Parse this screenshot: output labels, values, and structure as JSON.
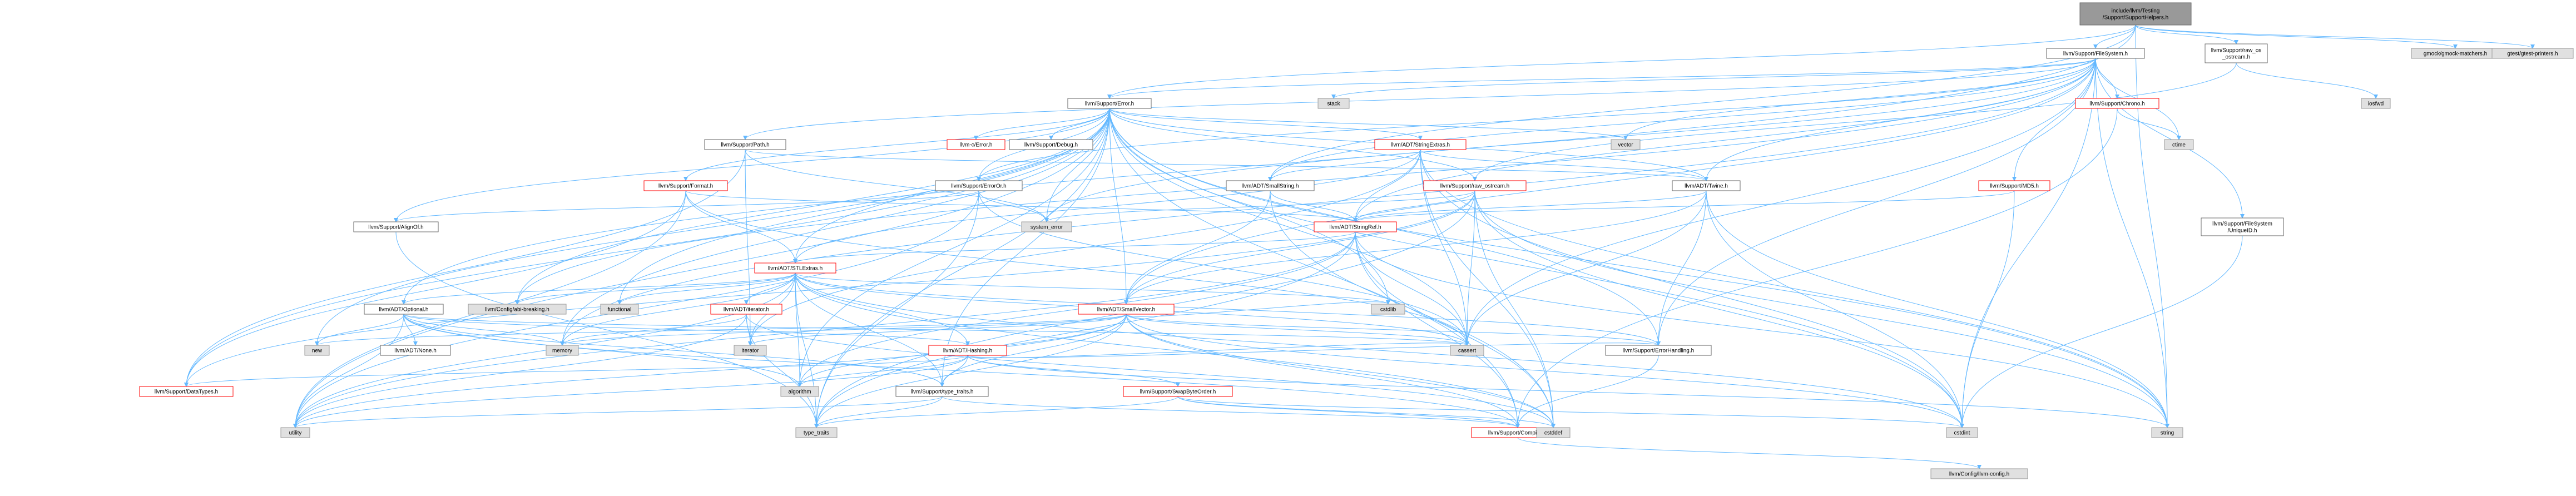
{
  "colors": {
    "node_fill": "#ffffff",
    "node_border": "#666666",
    "root_fill": "#999999",
    "system_fill": "#e0e0e0",
    "system_border": "#999999",
    "incomplete_border": "#ff0000",
    "text": "#000000",
    "edge": "#63b8ff"
  },
  "nodes": [
    {
      "id": "root",
      "lines": [
        "include/llvm/Testing",
        "/Support/SupportHelpers.h"
      ],
      "style": "root"
    },
    {
      "id": "filesystem",
      "lines": [
        "llvm/Support/FileSystem.h"
      ],
      "style": "normal"
    },
    {
      "id": "raw_os_ostream",
      "lines": [
        "llvm/Support/raw_os",
        "_ostream.h"
      ],
      "style": "normal"
    },
    {
      "id": "gmock",
      "lines": [
        "gmock/gmock-matchers.h"
      ],
      "style": "system"
    },
    {
      "id": "gtest_printers",
      "lines": [
        "gtest/gtest-printers.h"
      ],
      "style": "system"
    },
    {
      "id": "error",
      "lines": [
        "llvm/Support/Error.h"
      ],
      "style": "normal"
    },
    {
      "id": "stack",
      "lines": [
        "stack"
      ],
      "style": "system"
    },
    {
      "id": "ctime",
      "lines": [
        "ctime"
      ],
      "style": "system"
    },
    {
      "id": "iosfwd",
      "lines": [
        "iosfwd"
      ],
      "style": "system"
    },
    {
      "id": "chrono",
      "lines": [
        "llvm/Support/Chrono.h"
      ],
      "style": "incomplete"
    },
    {
      "id": "vector",
      "lines": [
        "vector"
      ],
      "style": "system"
    },
    {
      "id": "c_error",
      "lines": [
        "llvm-c/Error.h"
      ],
      "style": "incomplete"
    },
    {
      "id": "debug",
      "lines": [
        "llvm/Support/Debug.h"
      ],
      "style": "normal"
    },
    {
      "id": "path",
      "lines": [
        "llvm/Support/Path.h"
      ],
      "style": "normal"
    },
    {
      "id": "stringextras",
      "lines": [
        "llvm/ADT/StringExtras.h"
      ],
      "style": "incomplete"
    },
    {
      "id": "format",
      "lines": [
        "llvm/Support/Format.h"
      ],
      "style": "incomplete"
    },
    {
      "id": "erroror",
      "lines": [
        "llvm/Support/ErrorOr.h"
      ],
      "style": "normal"
    },
    {
      "id": "smallstring",
      "lines": [
        "llvm/ADT/SmallString.h"
      ],
      "style": "normal"
    },
    {
      "id": "raw_ostream",
      "lines": [
        "llvm/Support/raw_ostream.h"
      ],
      "style": "incomplete"
    },
    {
      "id": "twine",
      "lines": [
        "llvm/ADT/Twine.h"
      ],
      "style": "normal"
    },
    {
      "id": "md5",
      "lines": [
        "llvm/Support/MD5.h"
      ],
      "style": "incomplete"
    },
    {
      "id": "alignof",
      "lines": [
        "llvm/Support/AlignOf.h"
      ],
      "style": "normal"
    },
    {
      "id": "system_error",
      "lines": [
        "system_error"
      ],
      "style": "system"
    },
    {
      "id": "stringref",
      "lines": [
        "llvm/ADT/StringRef.h"
      ],
      "style": "incomplete"
    },
    {
      "id": "stlextras",
      "lines": [
        "llvm/ADT/STLExtras.h"
      ],
      "style": "incomplete"
    },
    {
      "id": "uniqueid",
      "lines": [
        "llvm/Support/FileSystem",
        "/UniqueID.h"
      ],
      "style": "normal"
    },
    {
      "id": "optional",
      "lines": [
        "llvm/ADT/Optional.h"
      ],
      "style": "normal"
    },
    {
      "id": "config_abi",
      "lines": [
        "llvm/Config/abi-breaking.h"
      ],
      "style": "system"
    },
    {
      "id": "functional",
      "lines": [
        "functional"
      ],
      "style": "system"
    },
    {
      "id": "adt_iterator",
      "lines": [
        "llvm/ADT/iterator.h"
      ],
      "style": "incomplete"
    },
    {
      "id": "smallvector",
      "lines": [
        "llvm/ADT/SmallVector.h"
      ],
      "style": "incomplete"
    },
    {
      "id": "cstdlib",
      "lines": [
        "cstdlib"
      ],
      "style": "system"
    },
    {
      "id": "new",
      "lines": [
        "new"
      ],
      "style": "system"
    },
    {
      "id": "memory",
      "lines": [
        "memory"
      ],
      "style": "system"
    },
    {
      "id": "none",
      "lines": [
        "llvm/ADT/None.h"
      ],
      "style": "normal"
    },
    {
      "id": "iterator",
      "lines": [
        "iterator"
      ],
      "style": "system"
    },
    {
      "id": "hashing",
      "lines": [
        "llvm/ADT/Hashing.h"
      ],
      "style": "incomplete"
    },
    {
      "id": "cassert",
      "lines": [
        "cassert"
      ],
      "style": "system"
    },
    {
      "id": "errorhandling",
      "lines": [
        "llvm/Support/ErrorHandling.h"
      ],
      "style": "normal"
    },
    {
      "id": "datatypes",
      "lines": [
        "llvm/Support/DataTypes.h"
      ],
      "style": "incomplete"
    },
    {
      "id": "algorithm",
      "lines": [
        "algorithm"
      ],
      "style": "system"
    },
    {
      "id": "type_traits_h",
      "lines": [
        "llvm/Support/type_traits.h"
      ],
      "style": "normal"
    },
    {
      "id": "swapbyteorder",
      "lines": [
        "llvm/Support/SwapByteOrder.h"
      ],
      "style": "incomplete"
    },
    {
      "id": "cstdint",
      "lines": [
        "cstdint"
      ],
      "style": "system"
    },
    {
      "id": "string",
      "lines": [
        "string"
      ],
      "style": "system"
    },
    {
      "id": "type_traits",
      "lines": [
        "type_traits"
      ],
      "style": "system"
    },
    {
      "id": "utility",
      "lines": [
        "utility"
      ],
      "style": "system"
    },
    {
      "id": "compiler",
      "lines": [
        "llvm/Support/Compiler.h"
      ],
      "style": "incomplete"
    },
    {
      "id": "cstddef",
      "lines": [
        "cstddef"
      ],
      "style": "system"
    },
    {
      "id": "llvm_config",
      "lines": [
        "llvm/Config/llvm-config.h"
      ],
      "style": "system"
    }
  ],
  "edges": [
    [
      "root",
      "filesystem"
    ],
    [
      "root",
      "raw_os_ostream"
    ],
    [
      "root",
      "gmock"
    ],
    [
      "root",
      "gtest_printers"
    ],
    [
      "root",
      "error"
    ],
    [
      "root",
      "optional"
    ],
    [
      "root",
      "string"
    ],
    [
      "root",
      "smallstring"
    ],
    [
      "raw_os_ostream",
      "raw_ostream"
    ],
    [
      "raw_os_ostream",
      "iosfwd"
    ],
    [
      "filesystem",
      "error"
    ],
    [
      "filesystem",
      "chrono"
    ],
    [
      "filesystem",
      "ctime"
    ],
    [
      "filesystem",
      "stack"
    ],
    [
      "filesystem",
      "vector"
    ],
    [
      "filesystem",
      "md5"
    ],
    [
      "filesystem",
      "uniqueid"
    ],
    [
      "filesystem",
      "smallstring"
    ],
    [
      "filesystem",
      "stringref"
    ],
    [
      "filesystem",
      "twine"
    ],
    [
      "filesystem",
      "erroror"
    ],
    [
      "filesystem",
      "system_error"
    ],
    [
      "filesystem",
      "string"
    ],
    [
      "filesystem",
      "cstdint"
    ],
    [
      "filesystem",
      "cassert"
    ],
    [
      "filesystem",
      "errorhandling"
    ],
    [
      "filesystem",
      "path"
    ],
    [
      "filesystem",
      "config_abi"
    ],
    [
      "filesystem",
      "memory"
    ],
    [
      "filesystem",
      "smallvector"
    ],
    [
      "error",
      "c_error"
    ],
    [
      "error",
      "debug"
    ],
    [
      "error",
      "stringextras"
    ],
    [
      "error",
      "format"
    ],
    [
      "error",
      "erroror"
    ],
    [
      "error",
      "raw_ostream"
    ],
    [
      "error",
      "twine"
    ],
    [
      "error",
      "alignof"
    ],
    [
      "error",
      "stlextras"
    ],
    [
      "error",
      "smallvector"
    ],
    [
      "error",
      "system_error"
    ],
    [
      "error",
      "vector"
    ],
    [
      "error",
      "config_abi"
    ],
    [
      "error",
      "functional"
    ],
    [
      "error",
      "new"
    ],
    [
      "error",
      "memory"
    ],
    [
      "error",
      "cassert"
    ],
    [
      "error",
      "cstdint"
    ],
    [
      "error",
      "cstdlib"
    ],
    [
      "error",
      "string"
    ],
    [
      "error",
      "type_traits"
    ],
    [
      "error",
      "utility"
    ],
    [
      "error",
      "errorhandling"
    ],
    [
      "error",
      "compiler"
    ],
    [
      "error",
      "datatypes"
    ],
    [
      "error",
      "algorithm"
    ],
    [
      "error",
      "type_traits_h"
    ],
    [
      "path",
      "twine"
    ],
    [
      "path",
      "iterator"
    ],
    [
      "path",
      "system_error"
    ],
    [
      "path",
      "datatypes"
    ],
    [
      "chrono",
      "ctime"
    ],
    [
      "chrono",
      "compiler"
    ],
    [
      "md5",
      "stringref"
    ],
    [
      "md5",
      "cstdint"
    ],
    [
      "uniqueid",
      "cstdint"
    ],
    [
      "stringextras",
      "smallstring"
    ],
    [
      "stringextras",
      "stringref"
    ],
    [
      "stringextras",
      "twine"
    ],
    [
      "stringextras",
      "cstring"
    ],
    [
      "stringextras",
      "string"
    ],
    [
      "stringextras",
      "cassert"
    ],
    [
      "stringextras",
      "cstddef"
    ],
    [
      "stringextras",
      "cstdint"
    ],
    [
      "stringextras",
      "iterator"
    ],
    [
      "stringextras",
      "stlextras"
    ],
    [
      "format",
      "stlextras"
    ],
    [
      "format",
      "stringref"
    ],
    [
      "format",
      "cassert"
    ],
    [
      "format",
      "utility"
    ],
    [
      "format",
      "datatypes"
    ],
    [
      "erroror",
      "alignof"
    ],
    [
      "erroror",
      "system_error"
    ],
    [
      "erroror",
      "type_traits"
    ],
    [
      "erroror",
      "cassert"
    ],
    [
      "erroror",
      "utility"
    ],
    [
      "smallstring",
      "smallvector"
    ],
    [
      "smallstring",
      "stringref"
    ],
    [
      "smallstring",
      "cstddef"
    ],
    [
      "raw_ostream",
      "stringref"
    ],
    [
      "raw_ostream",
      "system_error"
    ],
    [
      "raw_ostream",
      "cassert"
    ],
    [
      "raw_ostream",
      "cstddef"
    ],
    [
      "raw_ostream",
      "cstdint"
    ],
    [
      "raw_ostream",
      "cstring"
    ],
    [
      "raw_ostream",
      "string"
    ],
    [
      "raw_ostream",
      "type_traits"
    ],
    [
      "raw_ostream",
      "smallvector"
    ],
    [
      "raw_ostream",
      "datatypes"
    ],
    [
      "twine",
      "smallvector"
    ],
    [
      "twine",
      "stringref"
    ],
    [
      "twine",
      "errorhandling"
    ],
    [
      "twine",
      "cassert"
    ],
    [
      "twine",
      "cstdint"
    ],
    [
      "twine",
      "string"
    ],
    [
      "alignof",
      "type_traits"
    ],
    [
      "stringref",
      "stlextras"
    ],
    [
      "stringref",
      "compiler"
    ],
    [
      "stringref",
      "algorithm"
    ],
    [
      "stringref",
      "cassert"
    ],
    [
      "stringref",
      "cstddef"
    ],
    [
      "stringref",
      "cstring"
    ],
    [
      "stringref",
      "limits"
    ],
    [
      "stringref",
      "string"
    ],
    [
      "stringref",
      "type_traits"
    ],
    [
      "stringref",
      "utility"
    ],
    [
      "stlextras",
      "optional"
    ],
    [
      "stlextras",
      "adt_iterator"
    ],
    [
      "stlextras",
      "config_abi"
    ],
    [
      "stlextras",
      "functional"
    ],
    [
      "stlextras",
      "memory"
    ],
    [
      "stlextras",
      "cstdlib"
    ],
    [
      "stlextras",
      "algorithm"
    ],
    [
      "stlextras",
      "cassert"
    ],
    [
      "stlextras",
      "cstddef"
    ],
    [
      "stlextras",
      "cstdint"
    ],
    [
      "stlextras",
      "iterator"
    ],
    [
      "stlextras",
      "type_traits"
    ],
    [
      "stlextras",
      "utility"
    ],
    [
      "stlextras",
      "errorhandling"
    ],
    [
      "stlextras",
      "hashing"
    ],
    [
      "stlextras",
      "type_traits_h"
    ],
    [
      "optional",
      "none"
    ],
    [
      "optional",
      "new"
    ],
    [
      "optional",
      "memory"
    ],
    [
      "optional",
      "algorithm"
    ],
    [
      "optional",
      "cassert"
    ],
    [
      "optional",
      "utility"
    ],
    [
      "optional",
      "type_traits_h"
    ],
    [
      "optional",
      "hashing"
    ],
    [
      "optional",
      "compiler"
    ],
    [
      "adt_iterator",
      "iterator"
    ],
    [
      "adt_iterator",
      "memory"
    ],
    [
      "adt_iterator",
      "type_traits"
    ],
    [
      "adt_iterator",
      "utility"
    ],
    [
      "adt_iterator",
      "cstddef"
    ],
    [
      "smallvector",
      "compiler"
    ],
    [
      "smallvector",
      "type_traits_h"
    ],
    [
      "smallvector",
      "algorithm"
    ],
    [
      "smallvector",
      "cassert"
    ],
    [
      "smallvector",
      "cstddef"
    ],
    [
      "smallvector",
      "cstdlib"
    ],
    [
      "smallvector",
      "cstring"
    ],
    [
      "smallvector",
      "memory"
    ],
    [
      "smallvector",
      "new"
    ],
    [
      "smallvector",
      "type_traits"
    ],
    [
      "smallvector",
      "utility"
    ],
    [
      "smallvector",
      "iterator"
    ],
    [
      "smallvector",
      "errorhandling"
    ],
    [
      "smallvector",
      "cstdint"
    ],
    [
      "hashing",
      "errorhandling"
    ],
    [
      "hashing",
      "datatypes"
    ],
    [
      "hashing",
      "swapbyteorder"
    ],
    [
      "hashing",
      "type_traits_h"
    ],
    [
      "hashing",
      "algorithm"
    ],
    [
      "hashing",
      "cassert"
    ],
    [
      "hashing",
      "cstring"
    ],
    [
      "hashing",
      "string"
    ],
    [
      "hashing",
      "tuple"
    ],
    [
      "hashing",
      "utility"
    ],
    [
      "errorhandling",
      "compiler"
    ],
    [
      "type_traits_h",
      "compiler"
    ],
    [
      "type_traits_h",
      "type_traits"
    ],
    [
      "type_traits_h",
      "utility"
    ],
    [
      "swapbyteorder",
      "compiler"
    ],
    [
      "swapbyteorder",
      "cstddef"
    ],
    [
      "swapbyteorder",
      "cstdint"
    ],
    [
      "swapbyteorder",
      "type_traits"
    ],
    [
      "compiler",
      "llvm_config"
    ]
  ]
}
